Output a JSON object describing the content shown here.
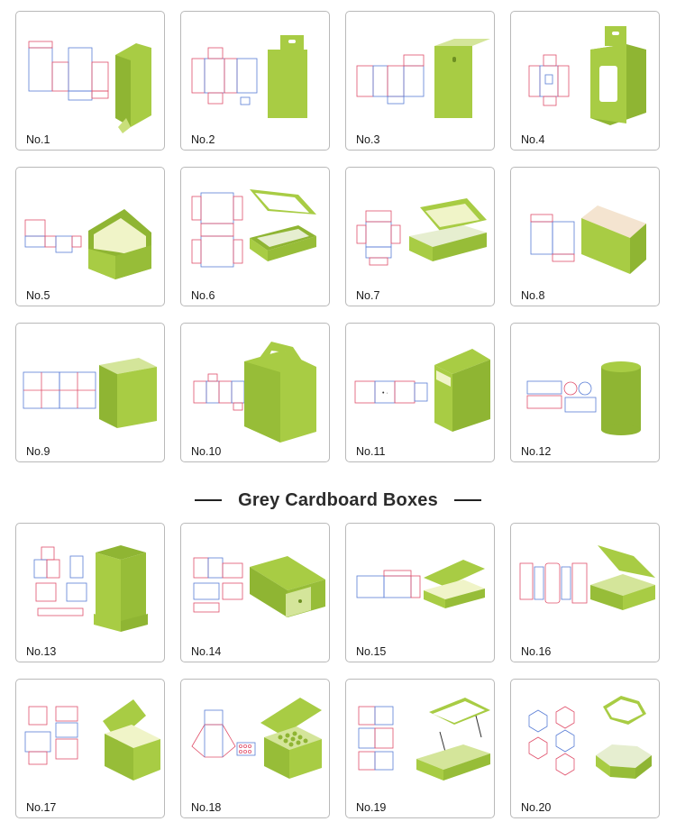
{
  "section_title": "Grey Cardboard Boxes",
  "colors": {
    "box_face": "#a8cc44",
    "box_side": "#8fb533",
    "box_dark": "#7ea12a",
    "box_inner": "#f0f4c8",
    "dieline_red": "#e0506b",
    "dieline_blue": "#5a7ed6",
    "card_border": "#b9b9b9"
  },
  "boxes": [
    {
      "label": "No.1"
    },
    {
      "label": "No.2"
    },
    {
      "label": "No.3"
    },
    {
      "label": "No.4"
    },
    {
      "label": "No.5"
    },
    {
      "label": "No.6"
    },
    {
      "label": "No.7"
    },
    {
      "label": "No.8"
    },
    {
      "label": "No.9"
    },
    {
      "label": "No.10"
    },
    {
      "label": "No.11"
    },
    {
      "label": "No.12"
    },
    {
      "label": "No.13"
    },
    {
      "label": "No.14"
    },
    {
      "label": "No.15"
    },
    {
      "label": "No.16"
    },
    {
      "label": "No.17"
    },
    {
      "label": "No.18"
    },
    {
      "label": "No.19"
    },
    {
      "label": "No.20"
    }
  ]
}
